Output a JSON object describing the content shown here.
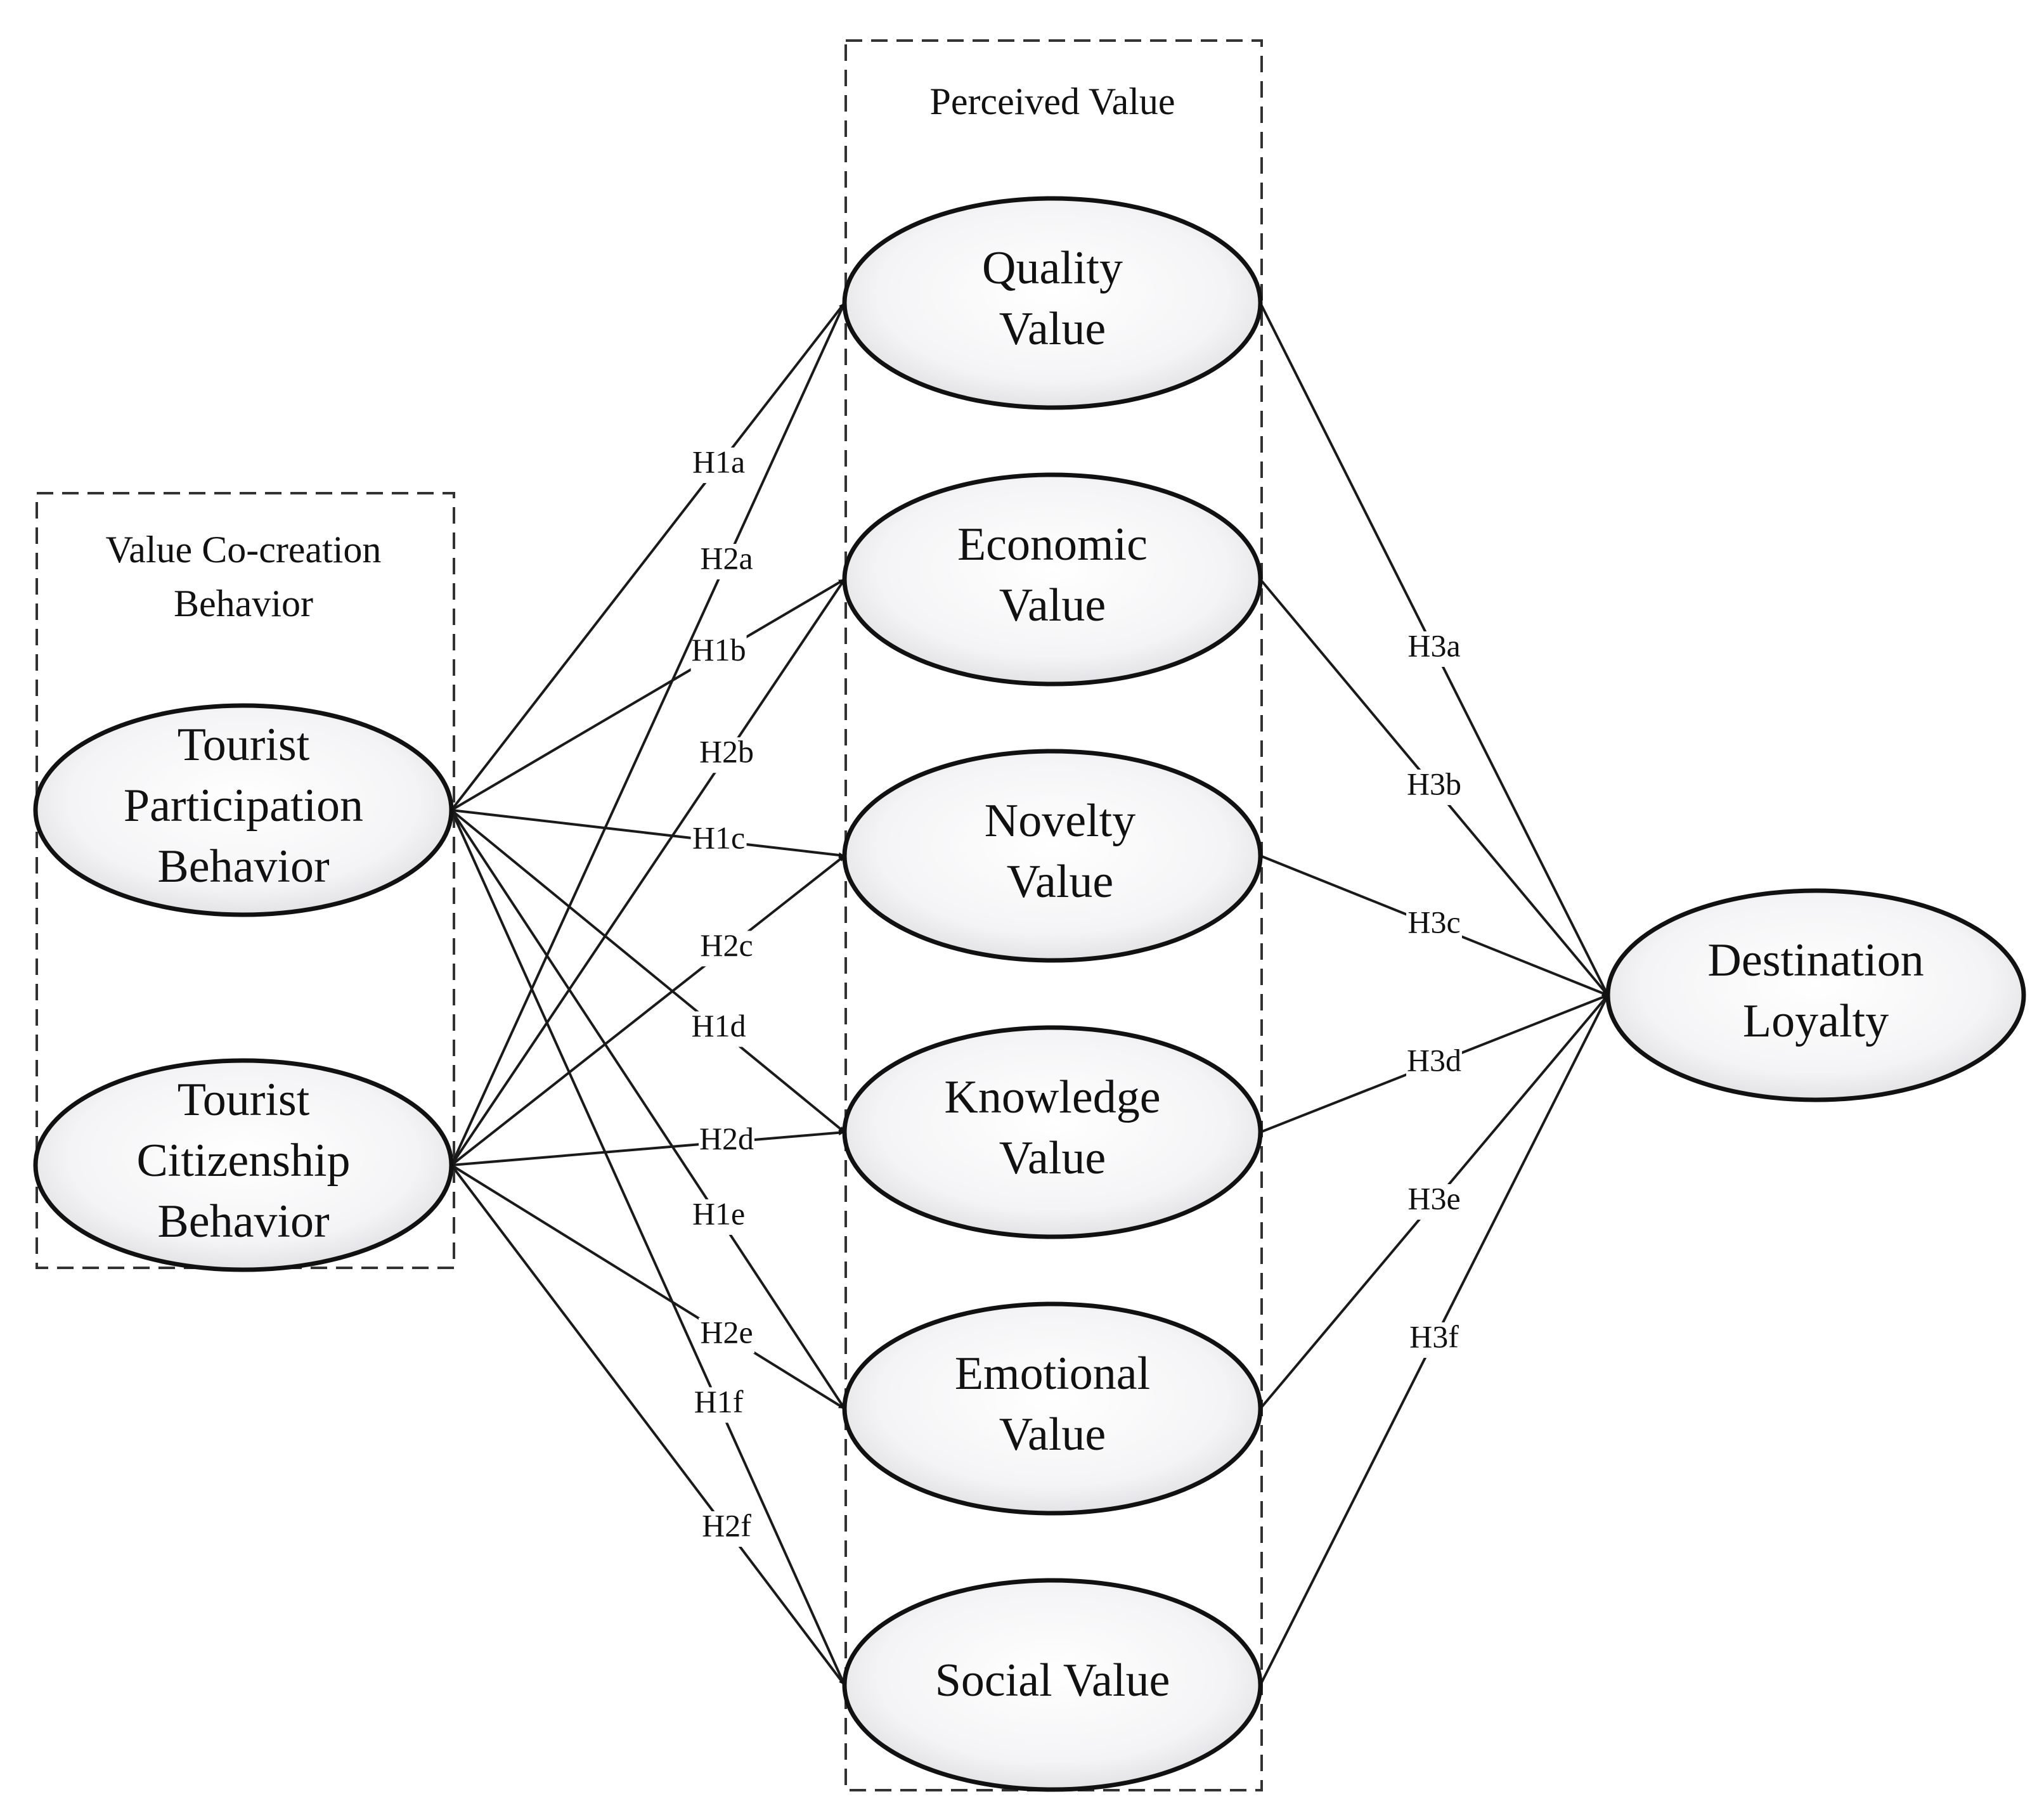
{
  "groups": {
    "cocreation": {
      "title_line1": "Value Co-creation",
      "title_line2": "Behavior"
    },
    "perceived": {
      "title": "Perceived Value"
    }
  },
  "nodes": {
    "tpb": {
      "lines": [
        "Tourist",
        "Participation",
        "Behavior"
      ]
    },
    "tcb": {
      "lines": [
        "Tourist",
        "Citizenship",
        "Behavior"
      ]
    },
    "quality": {
      "lines": [
        "Quality",
        "Value"
      ]
    },
    "economic": {
      "lines": [
        "Economic",
        "Value"
      ]
    },
    "novelty": {
      "lines": [
        "Novelty",
        "Value"
      ]
    },
    "knowledge": {
      "lines": [
        "Knowledge",
        "Value"
      ]
    },
    "emotional": {
      "lines": [
        "Emotional",
        "Value"
      ]
    },
    "social": {
      "lines": [
        "Social Value"
      ]
    },
    "loyalty": {
      "lines": [
        "Destination",
        "Loyalty"
      ]
    }
  },
  "edges": [
    {
      "from": "tpb",
      "to": "quality",
      "label": "H1a"
    },
    {
      "from": "tpb",
      "to": "economic",
      "label": "H1b"
    },
    {
      "from": "tpb",
      "to": "novelty",
      "label": "H1c"
    },
    {
      "from": "tpb",
      "to": "knowledge",
      "label": "H1d"
    },
    {
      "from": "tpb",
      "to": "emotional",
      "label": "H1e"
    },
    {
      "from": "tpb",
      "to": "social",
      "label": "H1f"
    },
    {
      "from": "tcb",
      "to": "quality",
      "label": "H2a"
    },
    {
      "from": "tcb",
      "to": "economic",
      "label": "H2b"
    },
    {
      "from": "tcb",
      "to": "novelty",
      "label": "H2c"
    },
    {
      "from": "tcb",
      "to": "knowledge",
      "label": "H2d"
    },
    {
      "from": "tcb",
      "to": "emotional",
      "label": "H2e"
    },
    {
      "from": "tcb",
      "to": "social",
      "label": "H2f"
    },
    {
      "from": "quality",
      "to": "loyalty",
      "label": "H3a"
    },
    {
      "from": "economic",
      "to": "loyalty",
      "label": "H3b"
    },
    {
      "from": "novelty",
      "to": "loyalty",
      "label": "H3c"
    },
    {
      "from": "knowledge",
      "to": "loyalty",
      "label": "H3d"
    },
    {
      "from": "emotional",
      "to": "loyalty",
      "label": "H3e"
    },
    {
      "from": "social",
      "to": "loyalty",
      "label": "H3f"
    }
  ]
}
